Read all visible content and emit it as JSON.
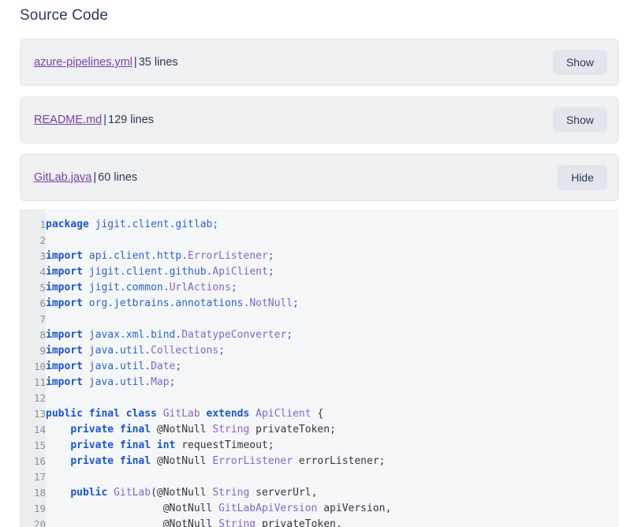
{
  "page": {
    "title": "Source Code"
  },
  "files": [
    {
      "name": "azure-pipelines.yml",
      "separator": "|",
      "lines_label": "35 lines",
      "toggle_label": "Show",
      "expanded": false
    },
    {
      "name": "README.md",
      "separator": "|",
      "lines_label": "129 lines",
      "toggle_label": "Show",
      "expanded": false
    },
    {
      "name": "GitLab.java",
      "separator": "|",
      "lines_label": "60 lines",
      "toggle_label": "Hide",
      "expanded": true
    }
  ],
  "code": {
    "language": "java",
    "lines": [
      {
        "n": "1",
        "tokens": [
          [
            "kw",
            "package"
          ],
          [
            "pln",
            " "
          ],
          [
            "id",
            "jigit"
          ],
          [
            "pun",
            "."
          ],
          [
            "id",
            "client"
          ],
          [
            "pun",
            "."
          ],
          [
            "id",
            "gitlab"
          ],
          [
            "pun",
            ";"
          ]
        ]
      },
      {
        "n": "2",
        "tokens": []
      },
      {
        "n": "3",
        "tokens": [
          [
            "kw",
            "import"
          ],
          [
            "pln",
            " "
          ],
          [
            "id",
            "api"
          ],
          [
            "pun",
            "."
          ],
          [
            "id",
            "client"
          ],
          [
            "pun",
            "."
          ],
          [
            "id",
            "http"
          ],
          [
            "pun",
            "."
          ],
          [
            "typ",
            "ErrorListener"
          ],
          [
            "pun",
            ";"
          ]
        ]
      },
      {
        "n": "4",
        "tokens": [
          [
            "kw",
            "import"
          ],
          [
            "pln",
            " "
          ],
          [
            "id",
            "jigit"
          ],
          [
            "pun",
            "."
          ],
          [
            "id",
            "client"
          ],
          [
            "pun",
            "."
          ],
          [
            "id",
            "github"
          ],
          [
            "pun",
            "."
          ],
          [
            "typ",
            "ApiClient"
          ],
          [
            "pun",
            ";"
          ]
        ]
      },
      {
        "n": "5",
        "tokens": [
          [
            "kw",
            "import"
          ],
          [
            "pln",
            " "
          ],
          [
            "id",
            "jigit"
          ],
          [
            "pun",
            "."
          ],
          [
            "id",
            "common"
          ],
          [
            "pun",
            "."
          ],
          [
            "typ",
            "UrlActions"
          ],
          [
            "pun",
            ";"
          ]
        ]
      },
      {
        "n": "6",
        "tokens": [
          [
            "kw",
            "import"
          ],
          [
            "pln",
            " "
          ],
          [
            "id",
            "org"
          ],
          [
            "pun",
            "."
          ],
          [
            "id",
            "jetbrains"
          ],
          [
            "pun",
            "."
          ],
          [
            "id",
            "annotations"
          ],
          [
            "pun",
            "."
          ],
          [
            "typ",
            "NotNull"
          ],
          [
            "pun",
            ";"
          ]
        ]
      },
      {
        "n": "7",
        "tokens": []
      },
      {
        "n": "8",
        "tokens": [
          [
            "kw",
            "import"
          ],
          [
            "pln",
            " "
          ],
          [
            "id",
            "javax"
          ],
          [
            "pun",
            "."
          ],
          [
            "id",
            "xml"
          ],
          [
            "pun",
            "."
          ],
          [
            "id",
            "bind"
          ],
          [
            "pun",
            "."
          ],
          [
            "typ",
            "DatatypeConverter"
          ],
          [
            "pun",
            ";"
          ]
        ]
      },
      {
        "n": "9",
        "tokens": [
          [
            "kw",
            "import"
          ],
          [
            "pln",
            " "
          ],
          [
            "id",
            "java"
          ],
          [
            "pun",
            "."
          ],
          [
            "id",
            "util"
          ],
          [
            "pun",
            "."
          ],
          [
            "typ",
            "Collections"
          ],
          [
            "pun",
            ";"
          ]
        ]
      },
      {
        "n": "10",
        "tokens": [
          [
            "kw",
            "import"
          ],
          [
            "pln",
            " "
          ],
          [
            "id",
            "java"
          ],
          [
            "pun",
            "."
          ],
          [
            "id",
            "util"
          ],
          [
            "pun",
            "."
          ],
          [
            "typ",
            "Date"
          ],
          [
            "pun",
            ";"
          ]
        ]
      },
      {
        "n": "11",
        "tokens": [
          [
            "kw",
            "import"
          ],
          [
            "pln",
            " "
          ],
          [
            "id",
            "java"
          ],
          [
            "pun",
            "."
          ],
          [
            "id",
            "util"
          ],
          [
            "pun",
            "."
          ],
          [
            "typ",
            "Map"
          ],
          [
            "pun",
            ";"
          ]
        ]
      },
      {
        "n": "12",
        "tokens": []
      },
      {
        "n": "13",
        "tokens": [
          [
            "kw",
            "public final class"
          ],
          [
            "pln",
            " "
          ],
          [
            "typ",
            "GitLab"
          ],
          [
            "pln",
            " "
          ],
          [
            "kw",
            "extends"
          ],
          [
            "pln",
            " "
          ],
          [
            "typ",
            "ApiClient"
          ],
          [
            "pln",
            " {"
          ]
        ]
      },
      {
        "n": "14",
        "tokens": [
          [
            "pln",
            "    "
          ],
          [
            "kw",
            "private final"
          ],
          [
            "pln",
            " @NotNull "
          ],
          [
            "typ",
            "String"
          ],
          [
            "pln",
            " privateToken;"
          ]
        ]
      },
      {
        "n": "15",
        "tokens": [
          [
            "pln",
            "    "
          ],
          [
            "kw",
            "private final int"
          ],
          [
            "pln",
            " requestTimeout;"
          ]
        ]
      },
      {
        "n": "16",
        "tokens": [
          [
            "pln",
            "    "
          ],
          [
            "kw",
            "private final"
          ],
          [
            "pln",
            " @NotNull "
          ],
          [
            "typ",
            "ErrorListener"
          ],
          [
            "pln",
            " errorListener;"
          ]
        ]
      },
      {
        "n": "17",
        "tokens": []
      },
      {
        "n": "18",
        "tokens": [
          [
            "pln",
            "    "
          ],
          [
            "kw",
            "public"
          ],
          [
            "pln",
            " "
          ],
          [
            "typ",
            "GitLab"
          ],
          [
            "pln",
            "(@NotNull "
          ],
          [
            "typ",
            "String"
          ],
          [
            "pln",
            " serverUrl,"
          ]
        ]
      },
      {
        "n": "19",
        "tokens": [
          [
            "pln",
            "                   @NotNull "
          ],
          [
            "typ",
            "GitLabApiVersion"
          ],
          [
            "pln",
            " apiVersion,"
          ]
        ]
      },
      {
        "n": "20",
        "tokens": [
          [
            "pln",
            "                   @NotNull "
          ],
          [
            "typ",
            "String"
          ],
          [
            "pln",
            " privateToken,"
          ]
        ]
      }
    ]
  }
}
